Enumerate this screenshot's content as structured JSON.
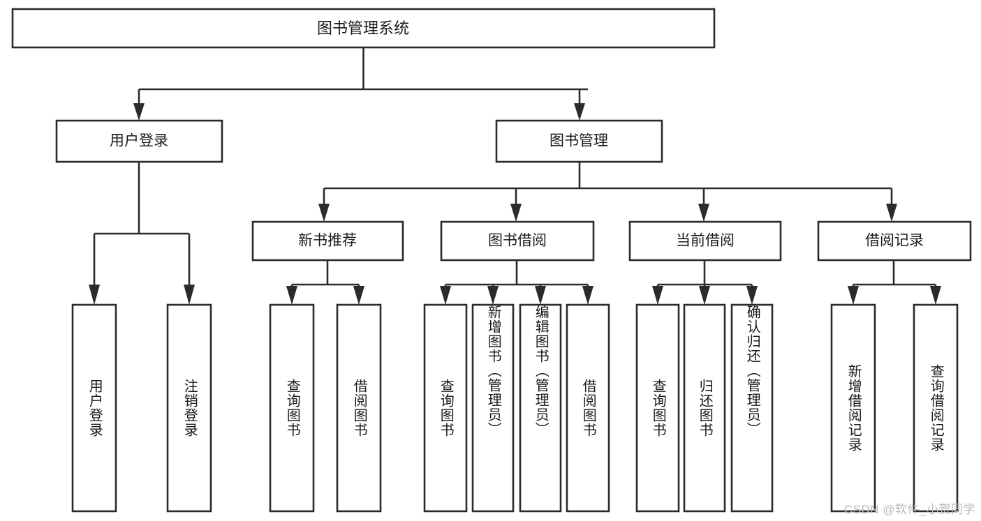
{
  "diagram": {
    "type": "tree-hierarchy",
    "title": "图书管理系统",
    "root": {
      "label": "图书管理系统",
      "orientation": "horizontal"
    },
    "level2": [
      {
        "label": "用户登录",
        "orientation": "horizontal"
      },
      {
        "label": "图书管理",
        "orientation": "horizontal"
      }
    ],
    "level3": [
      {
        "label": "新书推荐",
        "orientation": "horizontal",
        "parent": "图书管理"
      },
      {
        "label": "图书借阅",
        "orientation": "horizontal",
        "parent": "图书管理"
      },
      {
        "label": "当前借阅",
        "orientation": "horizontal",
        "parent": "图书管理"
      },
      {
        "label": "借阅记录",
        "orientation": "horizontal",
        "parent": "图书管理"
      }
    ],
    "leaves": {
      "user_login": [
        {
          "label": "用户登录",
          "orientation": "vertical"
        },
        {
          "label": "注销登录",
          "orientation": "vertical"
        }
      ],
      "new_book_recommend": [
        {
          "label": "查询图书",
          "orientation": "vertical"
        },
        {
          "label": "借阅图书",
          "orientation": "vertical"
        }
      ],
      "book_borrow": [
        {
          "label": "查询图书",
          "orientation": "vertical"
        },
        {
          "label": "新增图书（管理员）",
          "orientation": "vertical"
        },
        {
          "label": "编辑图书（管理员）",
          "orientation": "vertical"
        },
        {
          "label": "借阅图书",
          "orientation": "vertical"
        }
      ],
      "current_borrow": [
        {
          "label": "查询图书",
          "orientation": "vertical"
        },
        {
          "label": "归还图书",
          "orientation": "vertical"
        },
        {
          "label": "确认归还（管理员）",
          "orientation": "vertical"
        }
      ],
      "borrow_record": [
        {
          "label": "新增借阅记录",
          "orientation": "vertical"
        },
        {
          "label": "查询借阅记录",
          "orientation": "vertical"
        }
      ]
    },
    "colors": {
      "box_stroke": "#2b2b2b",
      "box_fill": "#ffffff",
      "text": "#1a1a1a",
      "background": "#ffffff",
      "watermark": "#b9b9b9"
    }
  },
  "watermark": {
    "text": "CSDN @软件_小贺同学"
  }
}
